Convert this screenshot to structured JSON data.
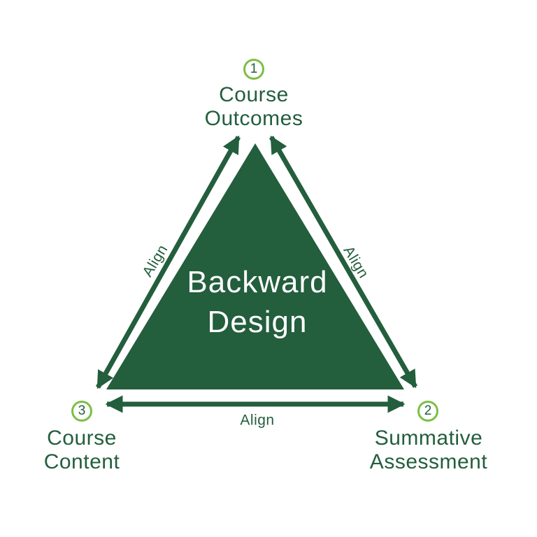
{
  "colors": {
    "dark_green": "#235e3d",
    "light_green": "#7cbf45",
    "title_text": "#ffffff",
    "background": "#ffffff"
  },
  "diagram": {
    "center_title": "Backward\nDesign",
    "vertices": [
      {
        "number": "1",
        "label": "Course\nOutcomes"
      },
      {
        "number": "2",
        "label": "Summative\nAssessment"
      },
      {
        "number": "3",
        "label": "Course\nContent"
      }
    ],
    "edge_labels": {
      "left": "Align",
      "right": "Align",
      "bottom": "Align"
    }
  }
}
